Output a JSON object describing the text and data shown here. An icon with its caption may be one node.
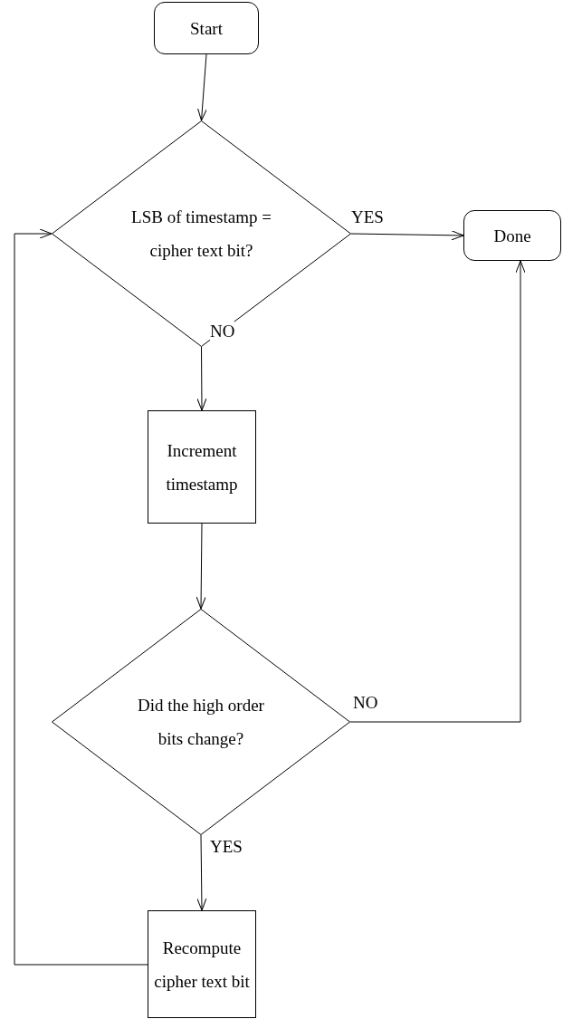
{
  "diagram": {
    "nodes": [
      {
        "text": [
          "Start"
        ]
      },
      {
        "text": [
          "LSB of timestamp = cipher text bit?"
        ]
      },
      {
        "text": [
          "Done"
        ]
      },
      {
        "text": [
          "Increment timestamp"
        ]
      },
      {
        "text": [
          "Did the high order bits change?"
        ]
      },
      {
        "text": [
          "Recompute cipher text bit"
        ]
      }
    ],
    "edges": [
      {
        "from": 0,
        "to": 1,
        "arrow": "to"
      },
      {
        "from": 1,
        "to": 2,
        "arrow": "to",
        "label": "YES"
      },
      {
        "from": 1,
        "to": 3,
        "arrow": "to",
        "label": "NO"
      },
      {
        "from": 3,
        "to": 4,
        "arrow": "to"
      },
      {
        "from": 4,
        "to": 2,
        "arrow": "to",
        "label": "NO"
      },
      {
        "from": 4,
        "to": 5,
        "arrow": "to",
        "label": "YES"
      },
      {
        "from": 5,
        "to": 1,
        "arrow": "to"
      }
    ]
  }
}
